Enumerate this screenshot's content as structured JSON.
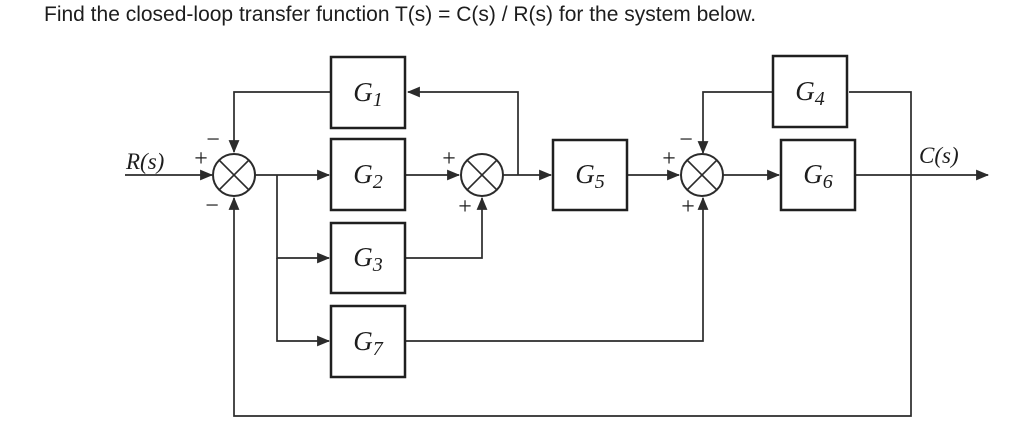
{
  "title": "Find the closed-loop transfer function T(s) = C(s) / R(s) for the system below.",
  "diagram": {
    "input_label": "R(s)",
    "output_label": "C(s)",
    "blocks": [
      {
        "id": "G1",
        "base": "G",
        "sub": "1"
      },
      {
        "id": "G2",
        "base": "G",
        "sub": "2"
      },
      {
        "id": "G3",
        "base": "G",
        "sub": "3"
      },
      {
        "id": "G7",
        "base": "G",
        "sub": "7"
      },
      {
        "id": "G5",
        "base": "G",
        "sub": "5"
      },
      {
        "id": "G4",
        "base": "G",
        "sub": "4"
      },
      {
        "id": "G6",
        "base": "G",
        "sub": "6"
      }
    ],
    "junctions": [
      {
        "id": "sum1",
        "left": "+",
        "top": "−",
        "bottom": "−"
      },
      {
        "id": "sum2",
        "left": "+",
        "bottom": "+"
      },
      {
        "id": "sum3",
        "left": "+",
        "top": "−",
        "bottom": "+"
      }
    ],
    "connections": [
      "R(s) →(+) sum1",
      "G1 →(−) sum1 top",
      "outer feedback from output →(−) sum1 bottom",
      "sum1 → G2, G3, G7",
      "G2 →(+) sum2",
      "G3 →(+) sum2 bottom",
      "sum2 → G5 (pickoff → G1)",
      "G5 →(+) sum3",
      "G4 →(−) sum3 top",
      "G7 →(+) sum3 bottom",
      "sum3 → G6",
      "G6 → C(s) (pickoff → G4, outer feedback)"
    ]
  }
}
